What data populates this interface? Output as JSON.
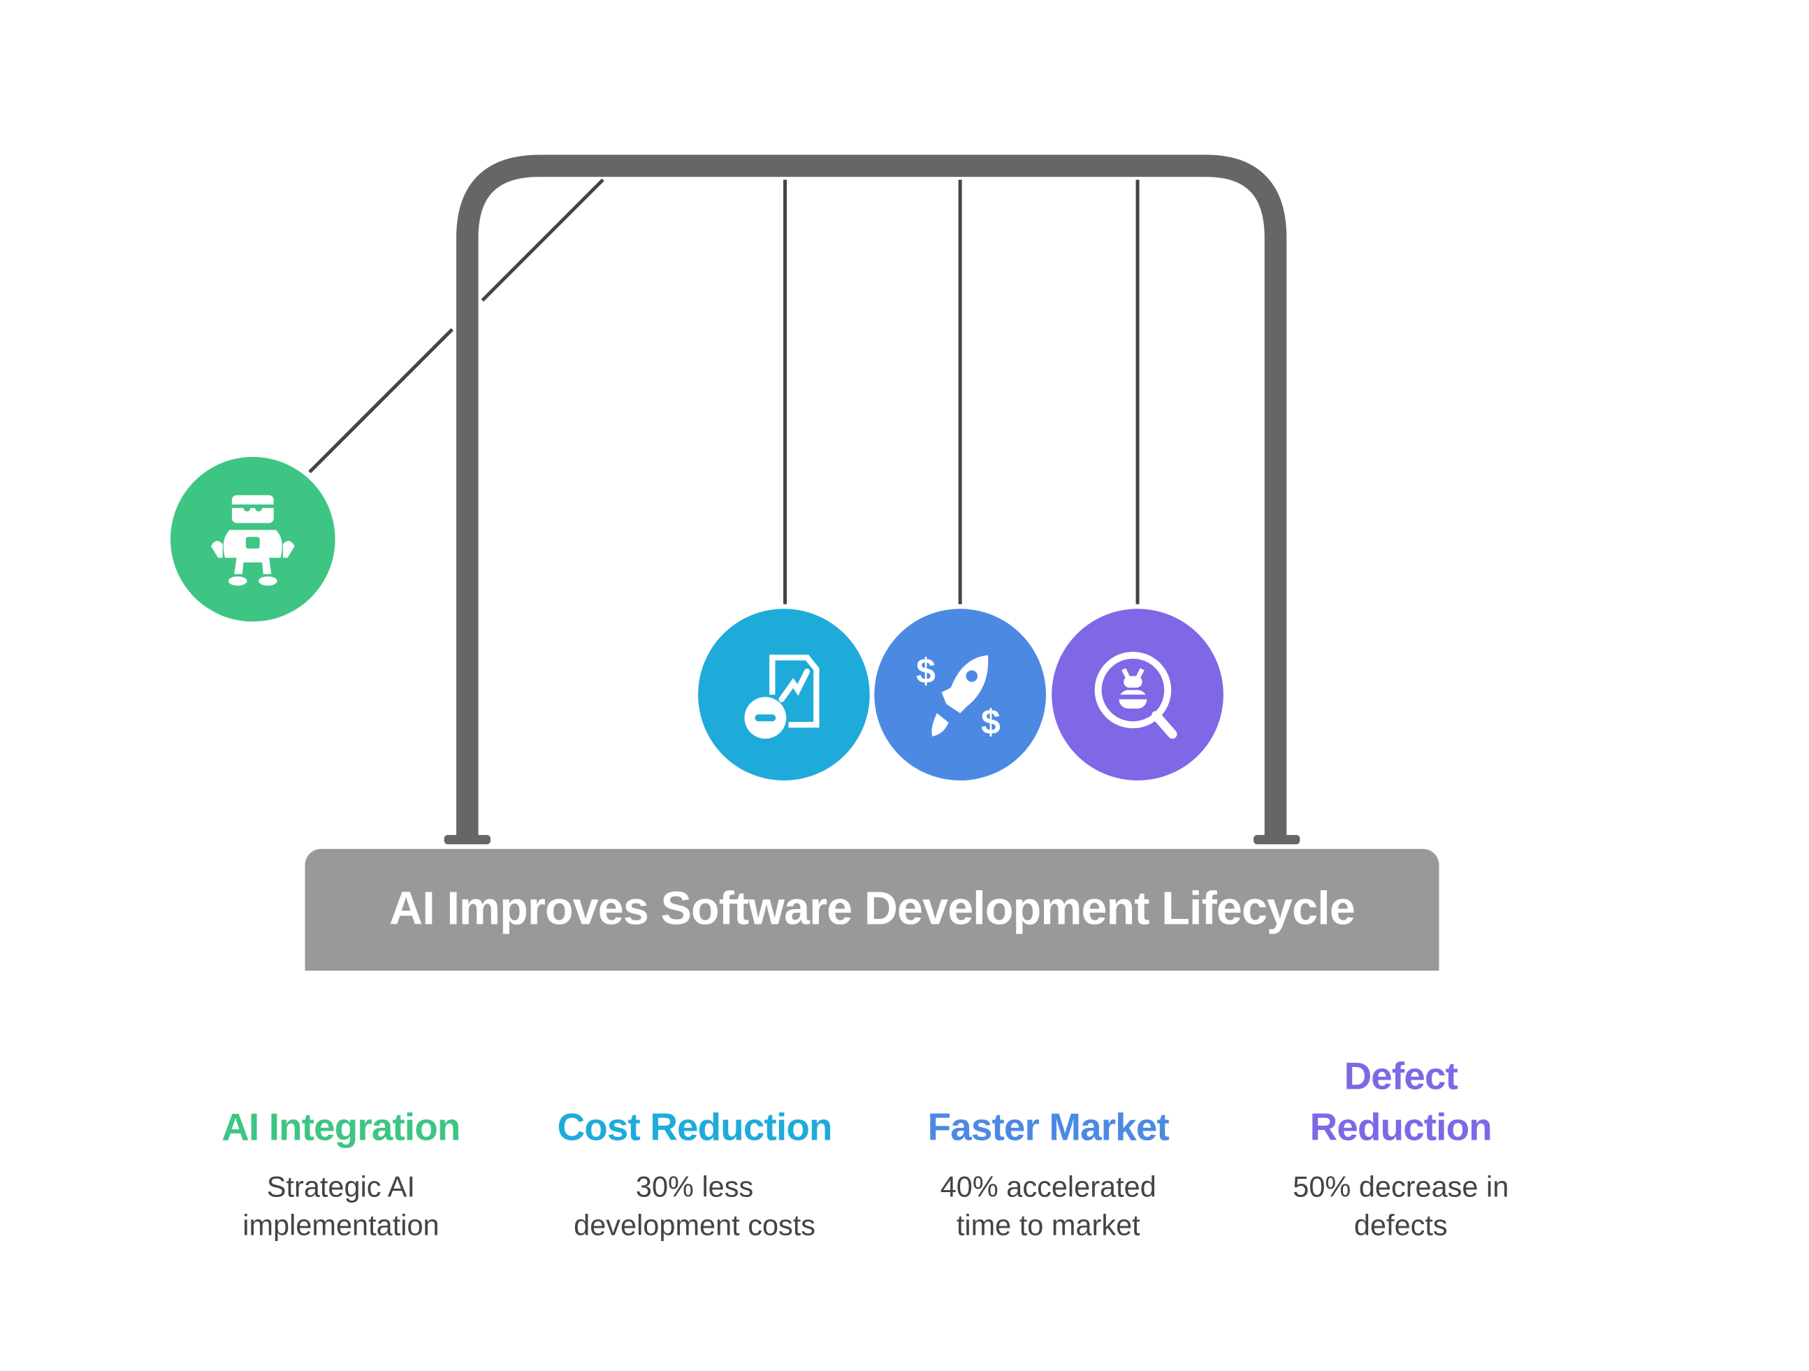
{
  "title": "AI Improves Software Development Lifecycle",
  "colors": {
    "frame": "#666666",
    "base": "#999999",
    "string": "#444444"
  },
  "items": [
    {
      "heading": "AI Integration",
      "description_lines": [
        "Strategic AI",
        "implementation"
      ],
      "color": "#3EC584",
      "icon": "robot-icon"
    },
    {
      "heading": "Cost Reduction",
      "description_lines": [
        "30% less",
        "development costs"
      ],
      "color": "#1FABD9",
      "icon": "cost-chart-minus-icon"
    },
    {
      "heading": "Faster Market",
      "description_lines": [
        "40% accelerated",
        "time to market"
      ],
      "color": "#4C89E3",
      "icon": "rocket-dollar-icon"
    },
    {
      "heading_lines": [
        "Defect",
        "Reduction"
      ],
      "description_lines": [
        "50% decrease in",
        "defects"
      ],
      "color": "#7F67E6",
      "icon": "bug-search-icon"
    }
  ]
}
